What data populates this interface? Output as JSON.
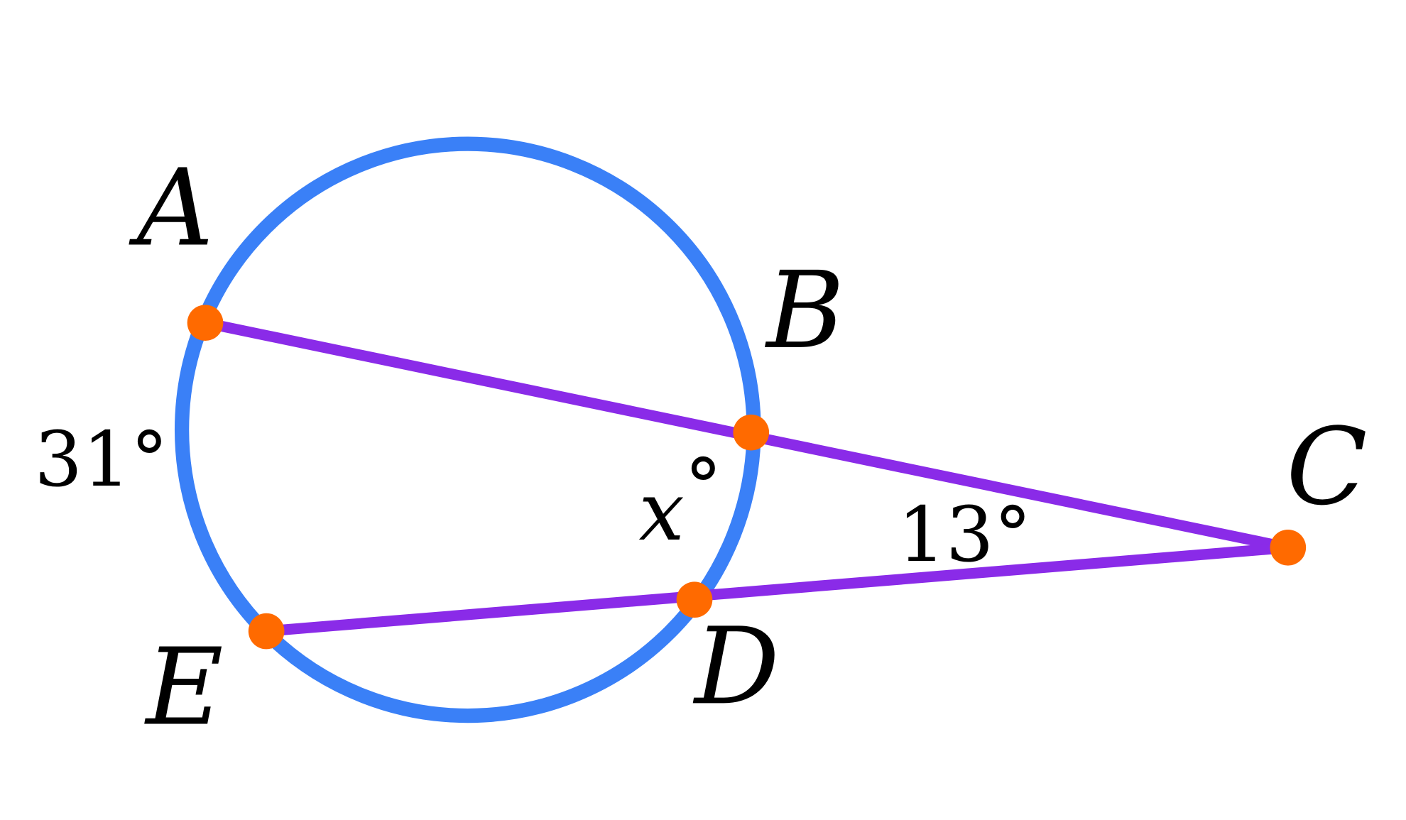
{
  "diagram": {
    "points": {
      "A": "A",
      "B": "B",
      "C": "C",
      "D": "D",
      "E": "E"
    },
    "angles": {
      "arc_AE": "31°",
      "inner_x_var": "x",
      "inner_x_deg": "°",
      "angle_C": "13°"
    },
    "colors": {
      "circle": "#3a80f7",
      "secant": "#8a2be8",
      "point": "#ff6a00"
    }
  }
}
